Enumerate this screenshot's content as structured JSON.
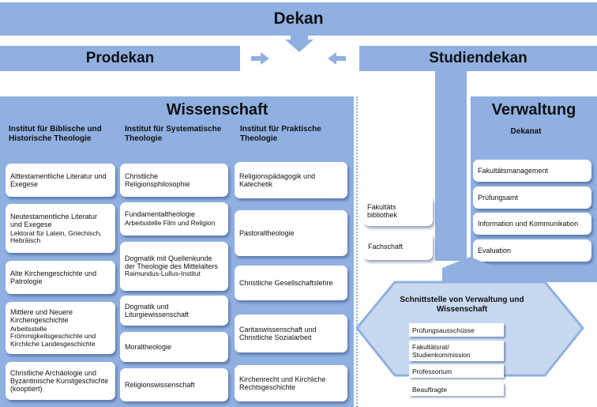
{
  "top": {
    "dekan": "Dekan",
    "prodekan": "Prodekan",
    "studiendekan": "Studiendekan"
  },
  "wissenschaft": {
    "title": "Wissenschaft",
    "columns": [
      {
        "heading": "Institut für Biblische und Historische Theologie",
        "items": [
          {
            "label": "Alttestamentliche Literatur und Exegese",
            "sub": ""
          },
          {
            "label": "Neutestamentliche Literatur und Exegese",
            "sub": "Lektorat für Latein, Griechisch, Hebräisch"
          },
          {
            "label": "Alte Kirchengeschichte und Patrologie",
            "sub": ""
          },
          {
            "label": "Mittlere und Neuere Kirchengeschichte",
            "sub": "Arbeitsstelle Frömmigkeitsgeschichte und Kirchliche Landesgeschichte"
          },
          {
            "label": "Christliche Archäologie und Byzantinische Kunstgeschichte (kooptiert)",
            "sub": ""
          }
        ]
      },
      {
        "heading": "Institut für Systematische Theologie",
        "items": [
          {
            "label": "Christliche Religionsphilosophie",
            "sub": ""
          },
          {
            "label": "Fundamentaltheologie",
            "sub": "Arbeitsstelle Film und Religion"
          },
          {
            "label": "Dogmatik mit Quellenkunde der Theologie des Mittelalters",
            "sub": "Raimundus-Lullus-Institut"
          },
          {
            "label": "Dogmatik und Liturgiewissenschaft",
            "sub": ""
          },
          {
            "label": "Moraltheologie",
            "sub": ""
          },
          {
            "label": "Religionswissenschaft",
            "sub": ""
          }
        ]
      },
      {
        "heading": "Institut für Praktische Theologie",
        "items": [
          {
            "label": "Religionspädagogik und Katechetik",
            "sub": ""
          },
          {
            "label": "Pastoraltheologie",
            "sub": ""
          },
          {
            "label": "Christliche Gesellschaftslehre",
            "sub": ""
          },
          {
            "label": "Caritaswissenschaft und Christliche Sozialarbeit",
            "sub": ""
          },
          {
            "label": "Kirchenrecht und Kirchliche Rechtsgeschichte",
            "sub": ""
          }
        ]
      }
    ]
  },
  "middle": {
    "items": [
      "Fakultätsbibliothek",
      "Fachschaft"
    ]
  },
  "verwaltung": {
    "title": "Verwaltung",
    "subtitle": "Dekanat",
    "items": [
      "Fakultätsmanagement",
      "Prüfungsamt",
      "Information und Kommunikation",
      "Evaluation"
    ]
  },
  "schnittstelle": {
    "title": "Schnittstelle von Verwaltung und Wissenschaft",
    "items": [
      "Prüfungsausschüsse",
      "Fakultätsrat/ Studienkommission",
      "Professorium",
      "Beauftragte"
    ]
  },
  "colors": {
    "bar": "#8fb0e0",
    "diamond": "#c7d8f0",
    "box": "#ffffff"
  }
}
